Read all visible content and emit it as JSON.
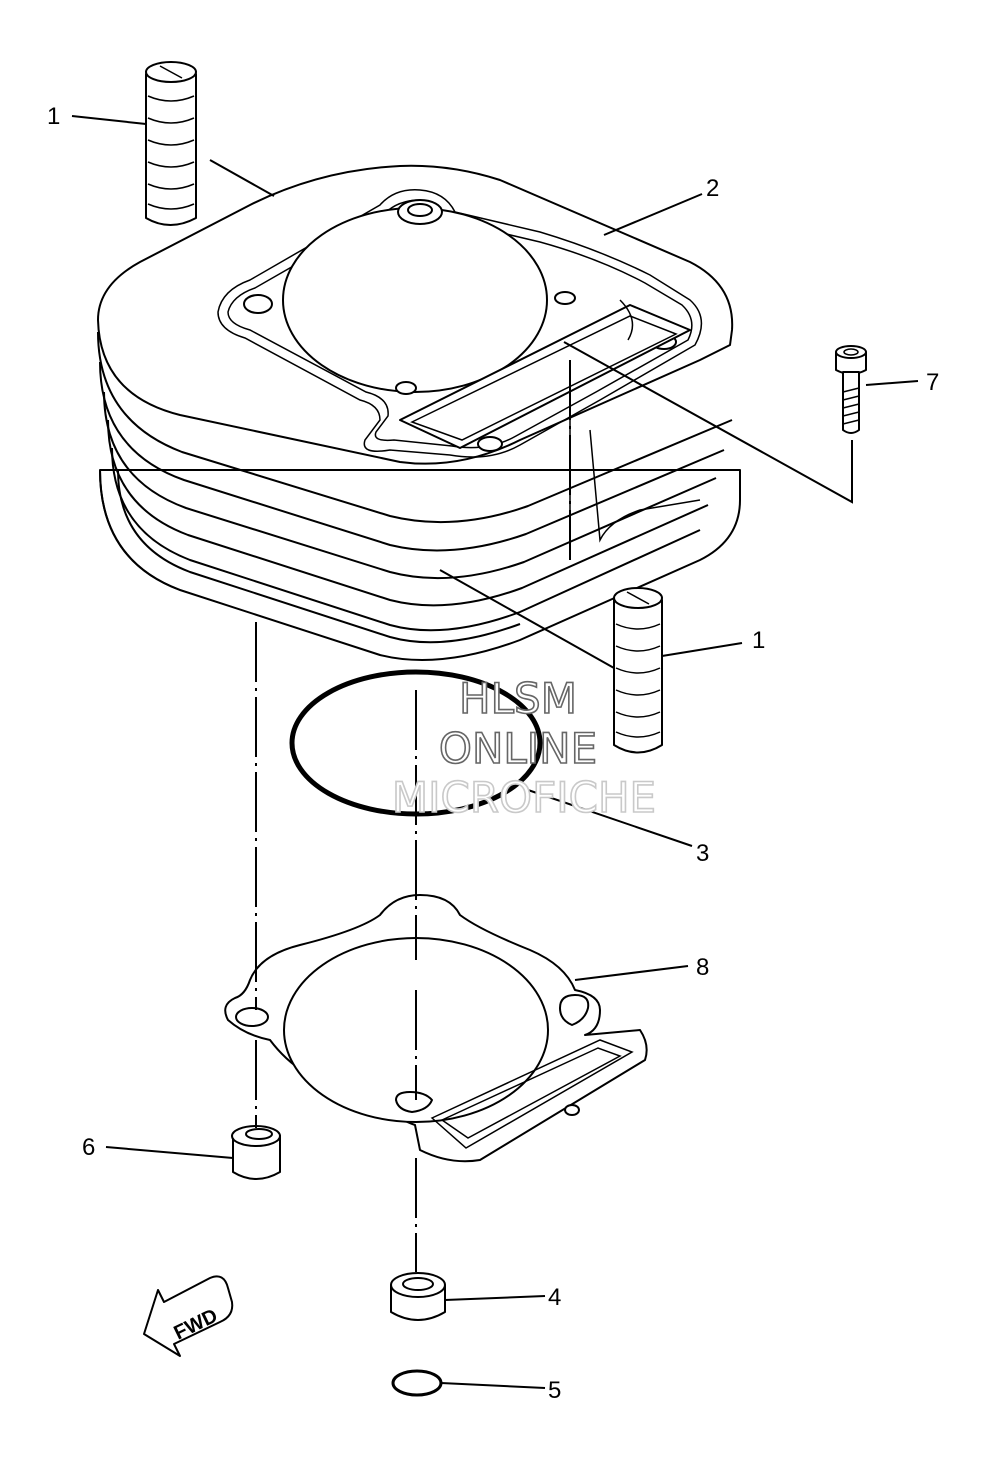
{
  "callouts": {
    "c1a": "1",
    "c1b": "1",
    "c2": "2",
    "c3": "3",
    "c4": "4",
    "c5": "5",
    "c6": "6",
    "c7": "7",
    "c8": "8"
  },
  "watermark": {
    "line1": "HLSM",
    "line2": "ONLINE",
    "line3": "MICROFICHE"
  },
  "fwd_label": "FWD",
  "colors": {
    "line": "#000000",
    "background": "#ffffff",
    "watermark_outline": "#666666"
  }
}
